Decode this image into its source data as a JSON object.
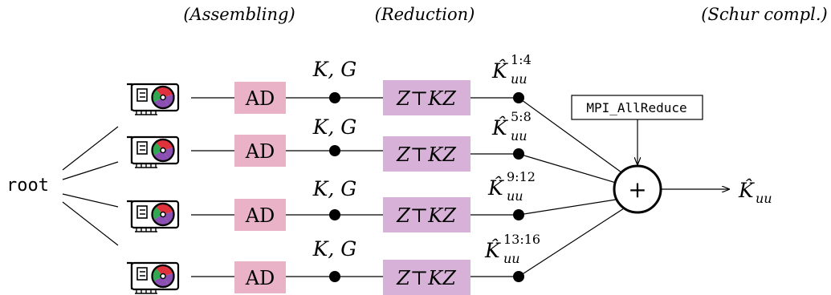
{
  "stages": {
    "assembling": "(Assembling)",
    "reduction": "(Reduction)",
    "schur": "(Schur compl.)"
  },
  "root_label": "root",
  "rows": [
    {
      "ad": "AD",
      "kg": "K, G",
      "zkz": "Z⊤KZ",
      "khat": "K̂",
      "sub": "uu",
      "sup": "1:4"
    },
    {
      "ad": "AD",
      "kg": "K, G",
      "zkz": "Z⊤KZ",
      "khat": "K̂",
      "sub": "uu",
      "sup": "5:8"
    },
    {
      "ad": "AD",
      "kg": "K, G",
      "zkz": "Z⊤KZ",
      "khat": "K̂",
      "sub": "uu",
      "sup": "9:12"
    },
    {
      "ad": "AD",
      "kg": "K, G",
      "zkz": "Z⊤KZ",
      "khat": "K̂",
      "sub": "uu",
      "sup": "13:16"
    }
  ],
  "mpi_label": "MPI_AllReduce",
  "plus_symbol": "+",
  "output": {
    "khat": "K̂",
    "sub": "uu"
  },
  "icons": {
    "device": "gpu-card-icon"
  },
  "colors": {
    "ad_box": "#eab2c6",
    "zkz_box": "#d8b1d8",
    "fan_red": "#e0323c",
    "fan_green": "#2fa84f",
    "fan_purple": "#8a4fb0",
    "line": "#000000"
  }
}
